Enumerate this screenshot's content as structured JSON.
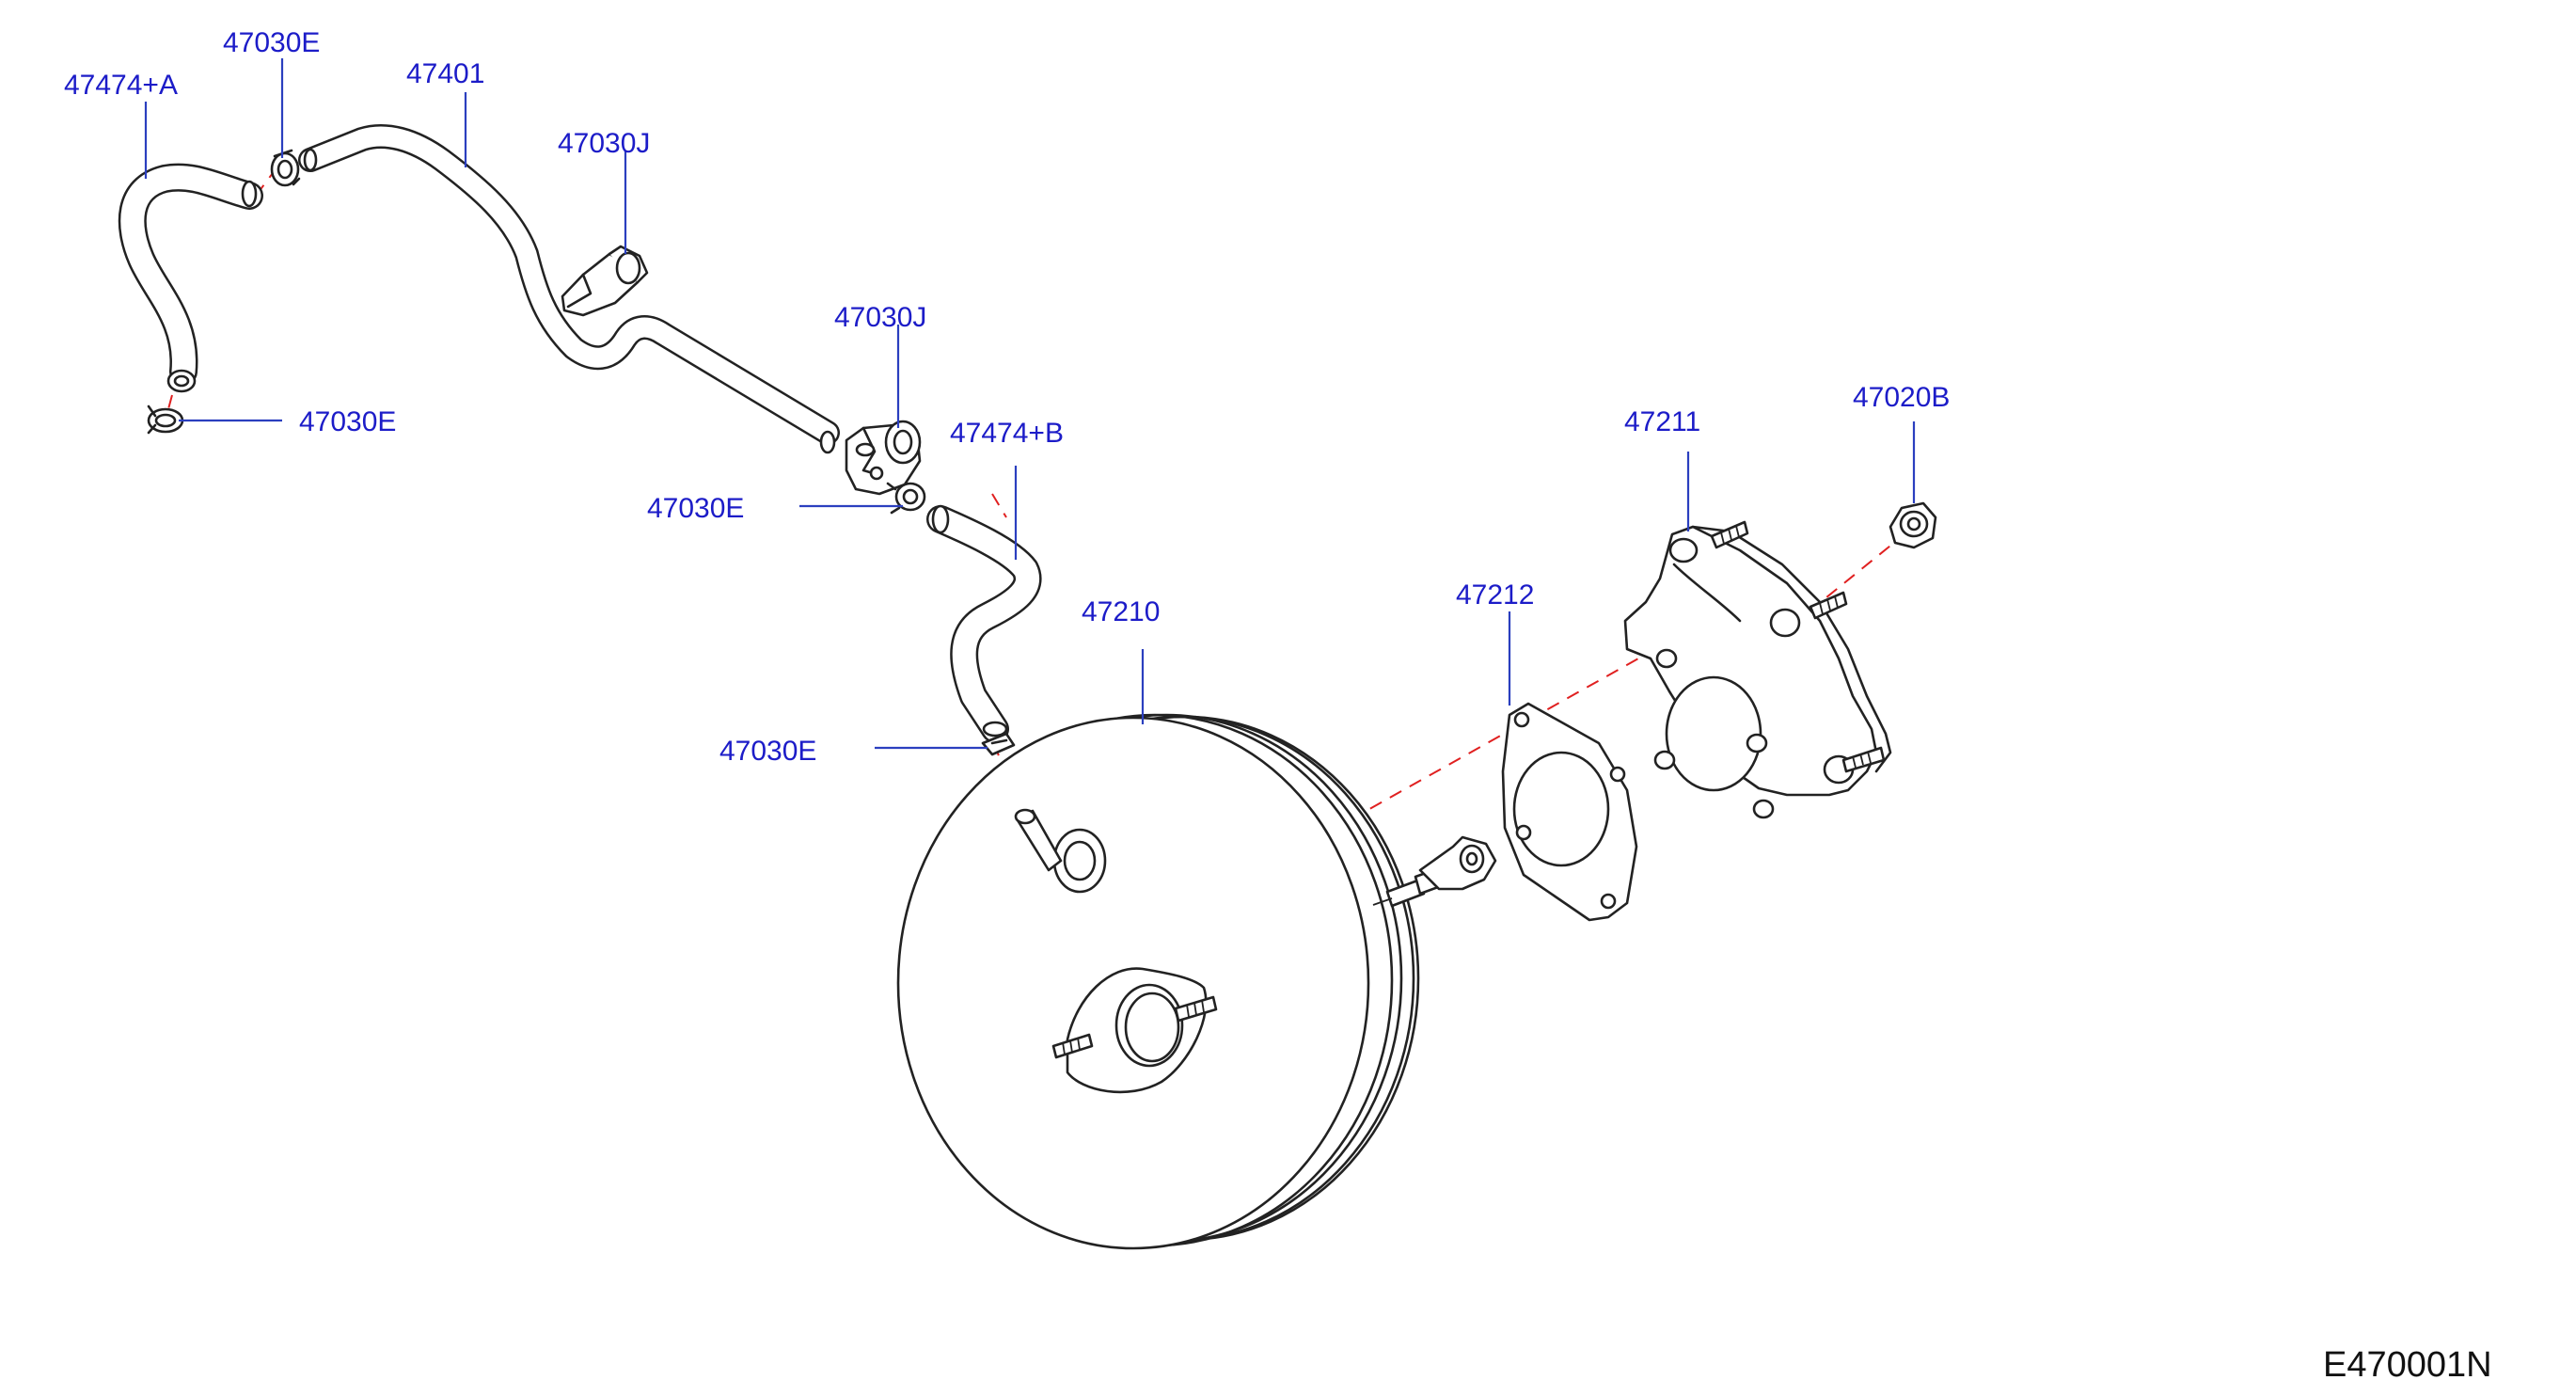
{
  "diagram_code": "E470001N",
  "callouts": {
    "c47474a": "47474+A",
    "c47030e_top": "47030E",
    "c47401": "47401",
    "c47030j_top": "47030J",
    "c47030e_left": "47030E",
    "c47030j_mid": "47030J",
    "c47474b": "47474+B",
    "c47030e_mid": "47030E",
    "c47210": "47210",
    "c47030e_low": "47030E",
    "c47212": "47212",
    "c47211": "47211",
    "c47020b": "47020B"
  },
  "colors": {
    "callout_text": "#1c1cc8",
    "leader_line": "#2b3fbf",
    "dash_line": "#e02020",
    "part_outline": "#222222"
  }
}
